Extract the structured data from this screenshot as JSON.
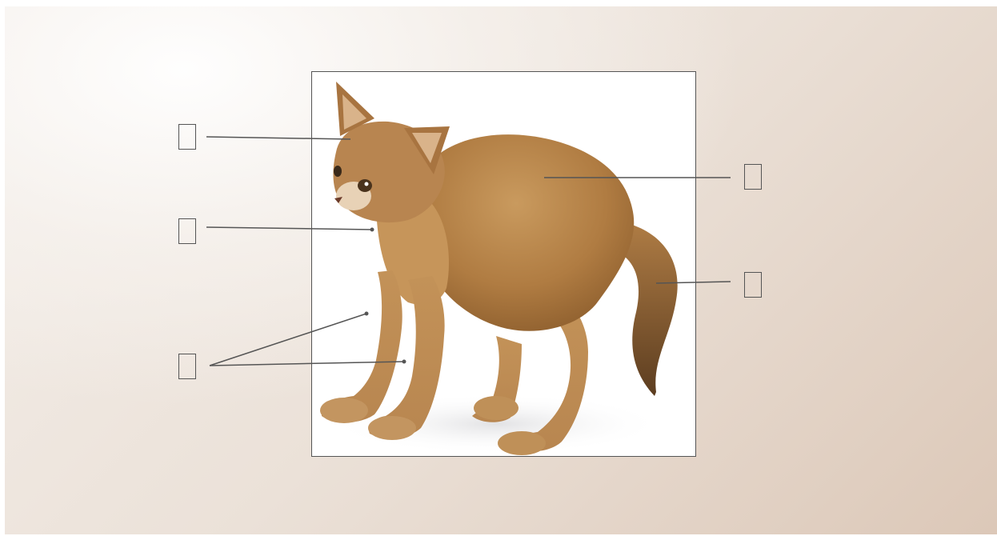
{
  "figure": {
    "subject": "kitten-photograph",
    "callouts": [
      {
        "id": "ear",
        "label": ""
      },
      {
        "id": "neck",
        "label": ""
      },
      {
        "id": "legs",
        "label": ""
      },
      {
        "id": "back",
        "label": ""
      },
      {
        "id": "tail",
        "label": ""
      }
    ]
  },
  "colors": {
    "background_light": "#f4efea",
    "background_dark": "#dcc8b8",
    "line": "#555555",
    "fur": "#b8854a"
  }
}
